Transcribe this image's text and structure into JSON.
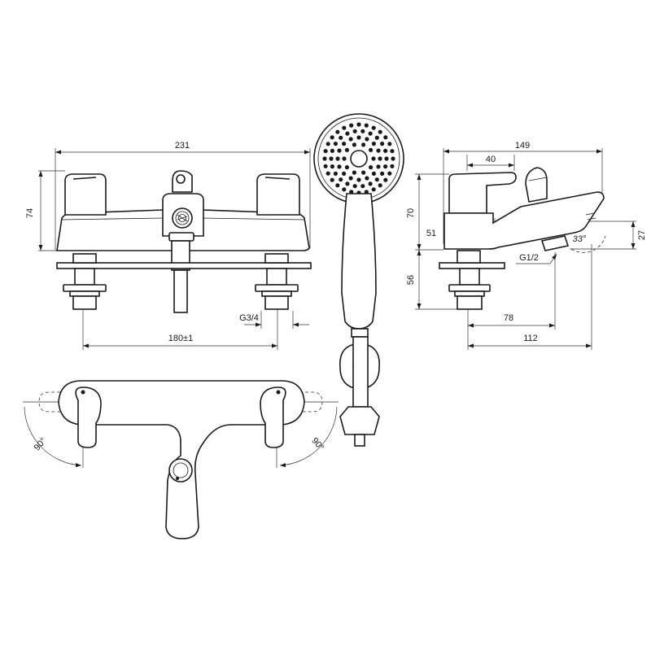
{
  "dimensions": {
    "front_width": "231",
    "front_height": "74",
    "center_distance": "180±1",
    "thread_inlet": "G3/4",
    "side_width": "149",
    "side_lever": "40",
    "side_height": "70",
    "side_body": "51",
    "side_below": "56",
    "side_spout_height": "27",
    "side_angle": "33°",
    "thread_shower": "G1/2",
    "side_78": "78",
    "side_112": "112",
    "rotation_left": "90°",
    "rotation_right": "90°"
  },
  "colors": {
    "line": "#1a1a1a",
    "background": "#ffffff"
  },
  "icons": {
    "arrow": "dimension-arrowhead"
  }
}
